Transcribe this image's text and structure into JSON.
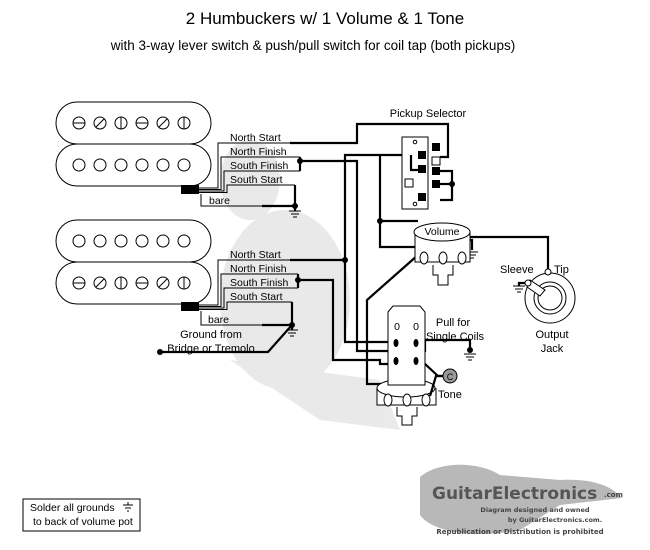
{
  "title": "2 Humbuckers w/ 1 Volume & 1 Tone",
  "subtitle": "with 3-way lever switch & push/pull switch for coil tap (both pickups)",
  "neck_pickup": {
    "wires": [
      "North Start",
      "North Finish",
      "South Finish",
      "South Start"
    ],
    "bare_label": "bare"
  },
  "bridge_pickup": {
    "wires": [
      "North Start",
      "North Finish",
      "South Finish",
      "South Start"
    ],
    "bare_label": "bare",
    "ground_label_line1": "Ground from",
    "ground_label_line2": "Bridge or Tremolo"
  },
  "pickup_selector": {
    "label": "Pickup Selector"
  },
  "volume_pot": {
    "label": "Volume"
  },
  "push_pull": {
    "label_line1": "Pull for",
    "label_line2": "Single Coils",
    "lug_marks": [
      "0",
      "0"
    ]
  },
  "tone_pot": {
    "label": "Tone",
    "cap_label": "C"
  },
  "output_jack": {
    "sleeve_label": "Sleeve",
    "tip_label": "Tip",
    "label_line1": "Output",
    "label_line2": "Jack"
  },
  "note": {
    "line1": "Solder all grounds",
    "line2": "to back of volume pot"
  },
  "logo": {
    "brand": "GuitarElectronics",
    "tld": ".com",
    "line1": "Diagram designed and owned",
    "line2": "by GuitarElectronics.com.",
    "line3": "Republication or Distribution is prohibited"
  },
  "colors": {
    "wire": "#000000",
    "watermark": "#d8d8d8",
    "capacitor": "#999999"
  }
}
